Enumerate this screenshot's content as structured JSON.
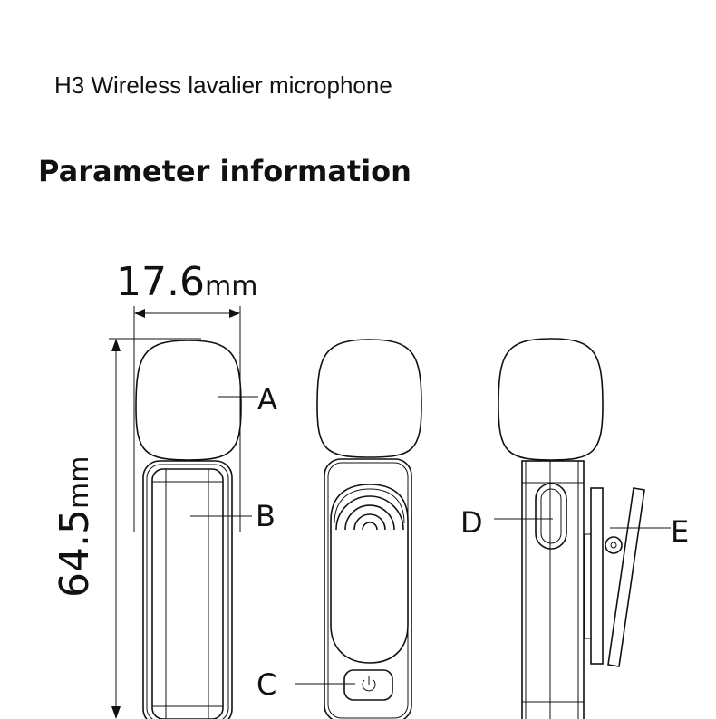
{
  "title": "H3 Wireless lavalier microphone",
  "subtitle": "Parameter information",
  "dimensions": {
    "width_value": "17.6",
    "width_unit": "mm",
    "height_value": "64.5",
    "height_unit": "mm"
  },
  "callouts": {
    "a": "A",
    "b": "B",
    "c": "C",
    "d": "D",
    "e": "E"
  },
  "icons": {
    "power": "power-icon",
    "wireless": "signal-arcs-icon"
  }
}
